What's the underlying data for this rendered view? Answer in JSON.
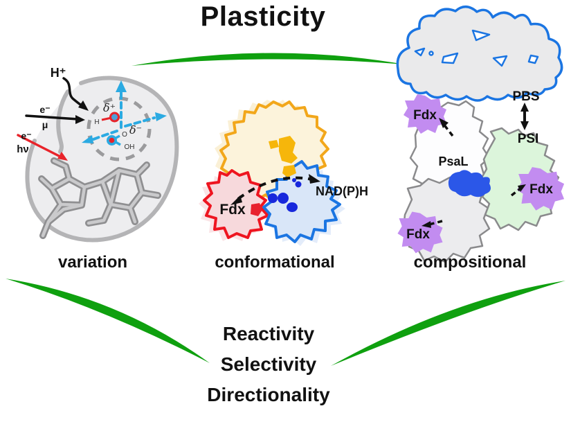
{
  "title": "Plasticity",
  "colors": {
    "swoosh_green": "#0FA00F",
    "red": "#E8232A",
    "cyan": "#2BAAE2",
    "yellow_outline": "#F2A71B",
    "blue_outline": "#1B75E2",
    "psal_blue": "#2B57E8",
    "fdx_purple": "#C28CF0",
    "green_monomer_fill": "#DCF5DB"
  },
  "panels": {
    "variation": {
      "caption": "variation",
      "labels": {
        "proton": "H⁺",
        "electron": "e⁻",
        "mu": "μ",
        "photo_electron": "e⁻",
        "hnu": "hν",
        "delta_plus": "δ⁺",
        "delta_minus": "δ⁻",
        "hydrogen": "H",
        "oxygen": "O",
        "hydroxyl": "OH"
      }
    },
    "conformational": {
      "caption": "conformational",
      "labels": {
        "fdx": "Fdx",
        "nadph": "NAD(P)H"
      }
    },
    "compositional": {
      "caption": "compositional",
      "labels": {
        "pbs": "PBS",
        "psi": "PSI",
        "psal": "PsaL",
        "fdx_top": "Fdx",
        "fdx_right": "Fdx",
        "fdx_bottom": "Fdx"
      }
    }
  },
  "outcomes": [
    "Reactivity",
    "Selectivity",
    "Directionality"
  ]
}
